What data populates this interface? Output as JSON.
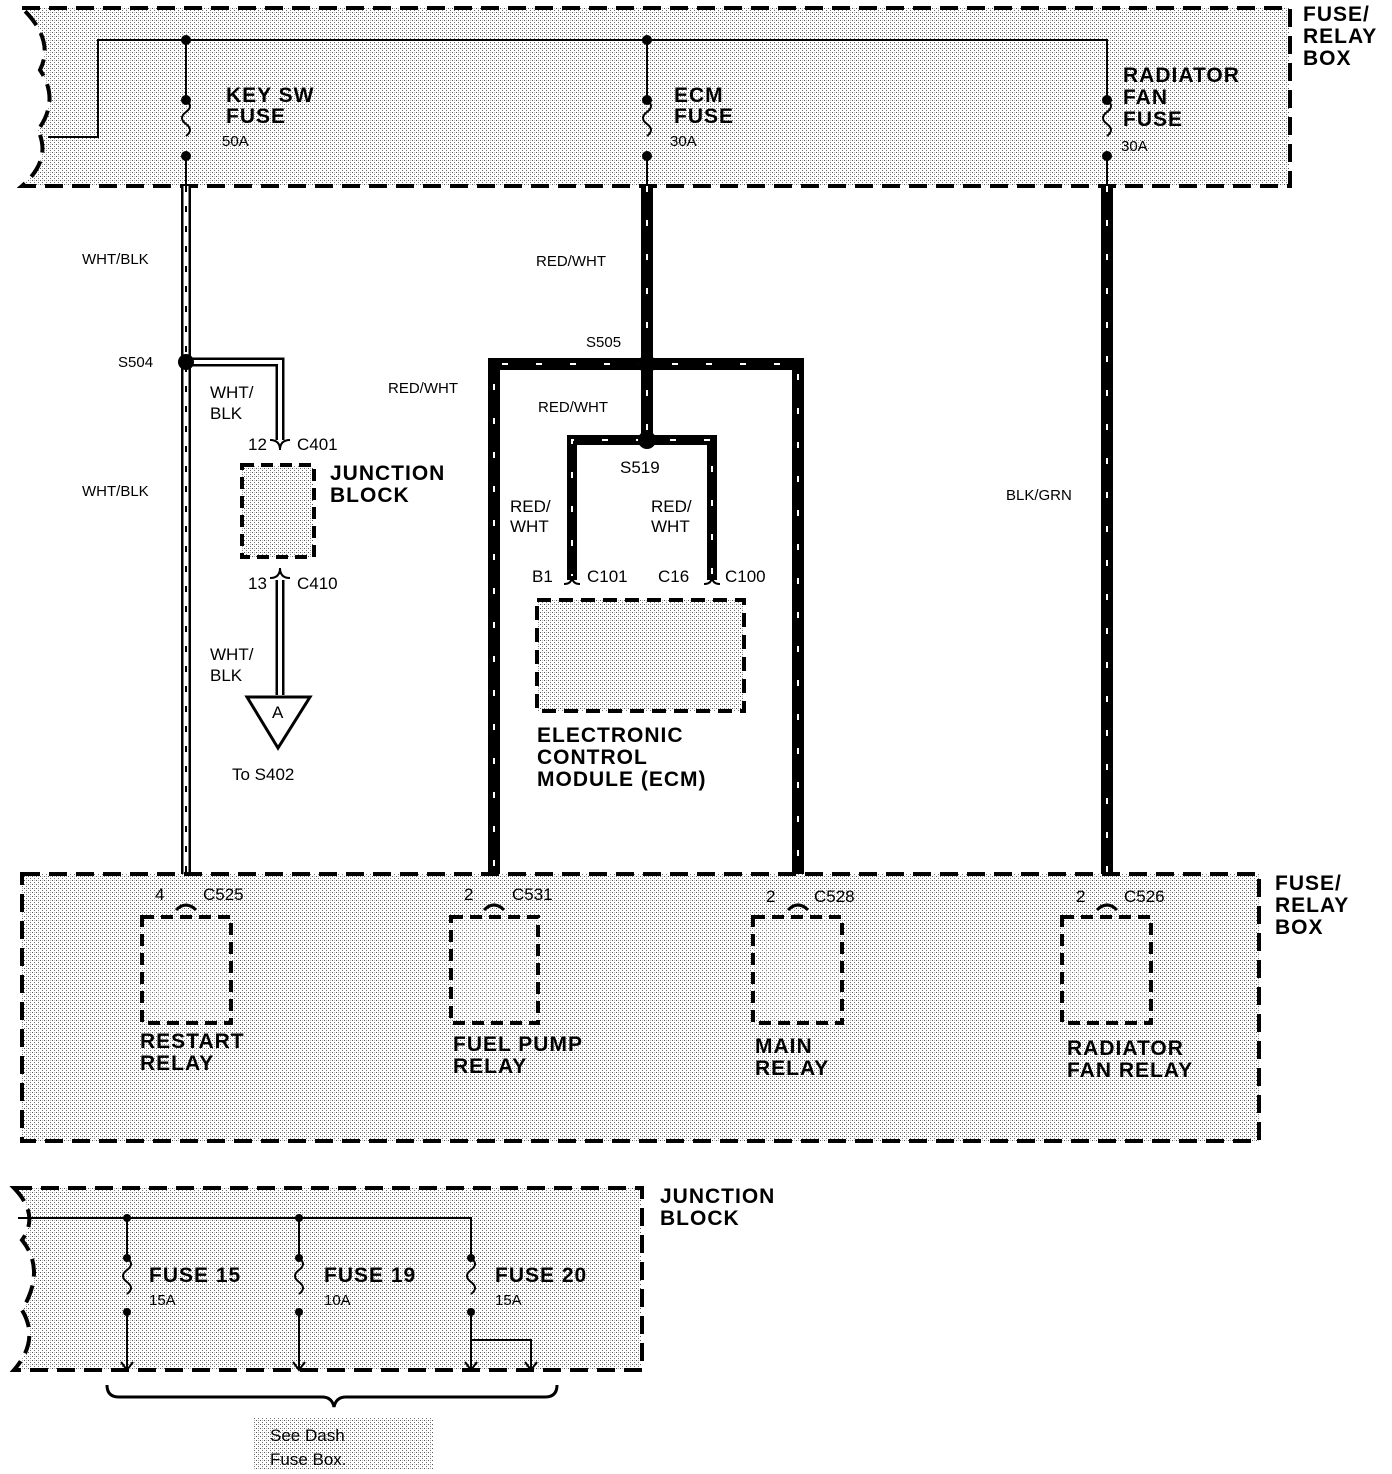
{
  "top_box": {
    "label_line1": "FUSE/",
    "label_line2": "RELAY",
    "label_line3": "BOX",
    "fuses": [
      {
        "name_line1": "KEY SW",
        "name_line2": "FUSE",
        "rating": "50A"
      },
      {
        "name_line1": "ECM",
        "name_line2": "FUSE",
        "rating": "30A"
      },
      {
        "name_line1": "RADIATOR",
        "name_line2": "FAN",
        "name_line3": "FUSE",
        "rating": "30A"
      }
    ]
  },
  "wires": {
    "w1_upper": "WHT/BLK",
    "w1_lower": "WHT/BLK",
    "w2_upper": "RED/WHT",
    "w2_left": "RED/WHT",
    "w2_mid": "RED/WHT",
    "w2_ecm_left_l1": "RED/",
    "w2_ecm_left_l2": "WHT",
    "w2_ecm_right_l1": "RED/",
    "w2_ecm_right_l2": "WHT",
    "w3": "BLK/GRN",
    "jb_upper_l1": "WHT/",
    "jb_upper_l2": "BLK",
    "jb_lower_l1": "WHT/",
    "jb_lower_l2": "BLK"
  },
  "splices": {
    "s504": "S504",
    "s505": "S505",
    "s519": "S519"
  },
  "connectors": {
    "c401_pin": "12",
    "c401": "C401",
    "c410_pin": "13",
    "c410": "C410",
    "b1": "B1",
    "c101": "C101",
    "c16": "C16",
    "c100": "C100"
  },
  "junction_block_mid": {
    "line1": "JUNCTION",
    "line2": "BLOCK"
  },
  "ground_ref": {
    "letter": "A",
    "to": "To S402"
  },
  "ecm": {
    "line1": "ELECTRONIC",
    "line2": "CONTROL",
    "line3": "MODULE (ECM)"
  },
  "bottom_box": {
    "label_line1": "FUSE/",
    "label_line2": "RELAY",
    "label_line3": "BOX",
    "relays": [
      {
        "pin": "4",
        "connector": "C525",
        "name_line1": "RESTART",
        "name_line2": "RELAY"
      },
      {
        "pin": "2",
        "connector": "C531",
        "name_line1": "FUEL PUMP",
        "name_line2": "RELAY"
      },
      {
        "pin": "2",
        "connector": "C528",
        "name_line1": "MAIN",
        "name_line2": "RELAY"
      },
      {
        "pin": "2",
        "connector": "C526",
        "name_line1": "RADIATOR",
        "name_line2": "FAN RELAY"
      }
    ]
  },
  "junction_block_bottom": {
    "label_line1": "JUNCTION",
    "label_line2": "BLOCK",
    "fuses": [
      {
        "name": "FUSE 15",
        "rating": "15A"
      },
      {
        "name": "FUSE 19",
        "rating": "10A"
      },
      {
        "name": "FUSE 20",
        "rating": "15A"
      }
    ]
  },
  "note": {
    "line1": "See Dash",
    "line2": "Fuse Box."
  }
}
